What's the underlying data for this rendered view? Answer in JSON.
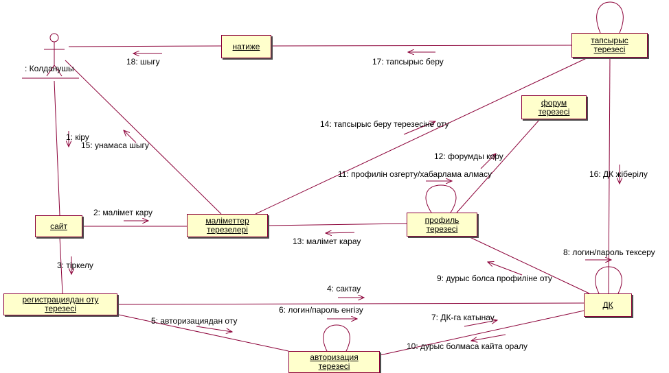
{
  "actor": {
    "name": ": Колданушы"
  },
  "objects": {
    "natizhe": "натиже",
    "tapsyrys_l1": "тапсырыс",
    "tapsyrys_l2": "терезесі",
    "forum_l1": "форум",
    "forum_l2": "терезесі",
    "sait": "сайт",
    "malimetter_l1": "маліметтер",
    "malimetter_l2": "терезелері",
    "profil_l1": "профиль",
    "profil_l2": "терезесі",
    "registr_l1": "регистрациядан оту",
    "registr_l2": "терезесі",
    "dk": "ДК",
    "avtor_l1": "авторизация",
    "avtor_l2": "терезесі"
  },
  "messages": {
    "m1": "1: кіру",
    "m2": "2: малімет кару",
    "m3": "3: тіркелу",
    "m4": "4: сактау",
    "m5": "5: авторизациядан оту",
    "m6": "6: логин/пароль енгізу",
    "m7": "7: ДК-га катынау",
    "m8": "8: логин/пароль тексеру",
    "m9": "9: дурыс болса профиліне оту",
    "m10": "10: дурыс болмаса кайта оралу",
    "m11": "11: профилін озгерту/хабарлама алмасу",
    "m12": "12: форумды кору",
    "m13": "13: малімет карау",
    "m14": "14: тапсырыс беру терезесіне оту",
    "m15": "15: унамаса шыгу",
    "m16": "16: ДК жіберілу",
    "m17": "17: тапсырыс беру",
    "m18": "18: шыгу"
  },
  "colors": {
    "line": "#8b0038",
    "node_fill": "#ffffcc",
    "shadow": "#4d4d4d"
  }
}
